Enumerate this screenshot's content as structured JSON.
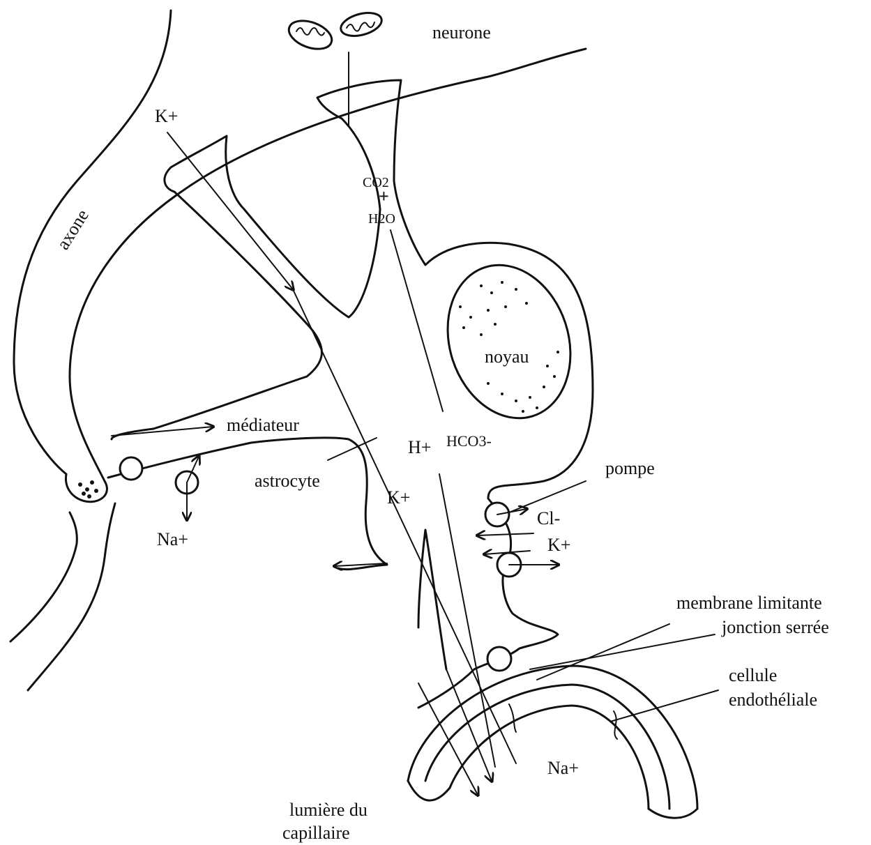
{
  "labels": {
    "neurone": "neurone",
    "axone": "axone",
    "k_top": "K+",
    "co2": "CO2",
    "plus": "+",
    "h2o": "H2O",
    "noyau": "noyau",
    "mediateur": "médiateur",
    "astrocyte": "astrocyte",
    "h_plus": "H+",
    "hco3": "HCO3-",
    "k_mid": "K+",
    "na_left": "Na+",
    "pompe": "pompe",
    "cl": "Cl-",
    "k_right": "K+",
    "membrane_limitante": "membrane  limitante",
    "jonction_serree": "jonction serrée",
    "cellule": "cellule",
    "endotheliale": "endothéliale",
    "na_bottom": "Na+",
    "lumiere_du": "lumière du",
    "capillaire": "capillaire"
  },
  "colors": {
    "ink": "#111111",
    "background": "#ffffff"
  }
}
